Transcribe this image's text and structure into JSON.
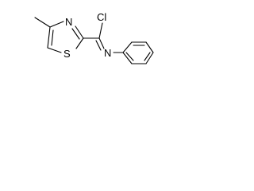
{
  "molecule": {
    "atoms": {
      "nitrogen_ring": "N",
      "sulfur": "S",
      "chlorine": "Cl",
      "nitrogen_imine": "N"
    },
    "colors": {
      "background": "#ffffff",
      "foreground": "#000000"
    }
  }
}
